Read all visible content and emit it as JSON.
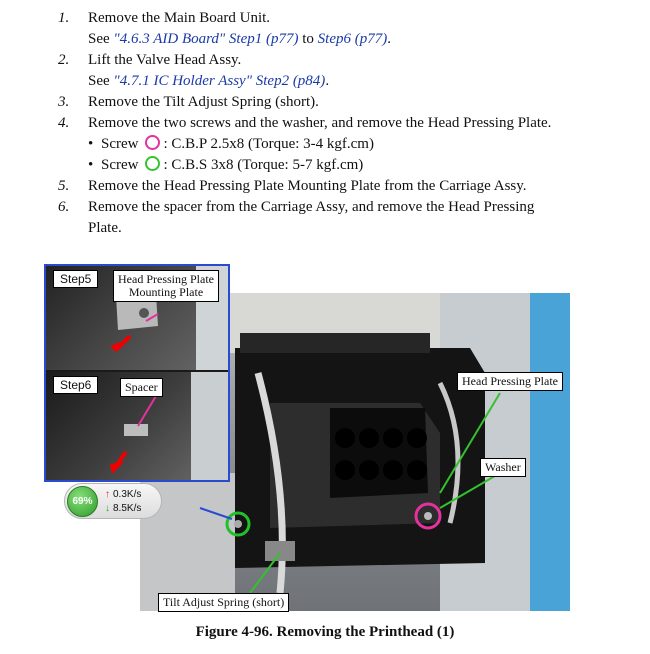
{
  "steps": [
    {
      "num": "1.",
      "text": "Remove the Main Board Unit.",
      "see_prefix": "See ",
      "link1": "\"4.6.3 AID Board\" Step1 (p77)",
      "see_mid": " to ",
      "link2": "Step6 (p77)",
      "see_suffix": "."
    },
    {
      "num": "2.",
      "text": "Lift the Valve Head Assy.",
      "see_prefix": "See ",
      "link1": "\"4.7.1 IC Holder Assy\" Step2 (p84)",
      "see_suffix": "."
    },
    {
      "num": "3.",
      "text": "Remove the Tilt Adjust Spring (short)."
    },
    {
      "num": "4.",
      "text": "Remove the two screws and the washer, and remove the Head Pressing Plate."
    },
    {
      "num": "5.",
      "text": "Remove the Head Pressing Plate Mounting Plate from the Carriage Assy."
    },
    {
      "num": "6.",
      "text_line1": "Remove the spacer from the Carriage Assy, and remove the Head Pressing",
      "text_line2": "Plate."
    }
  ],
  "bullets": [
    {
      "dot": "•",
      "label": "Screw",
      "color": "#e3329b",
      "spec": ": C.B.P 2.5x8 (Torque: 3-4 kgf.cm)"
    },
    {
      "dot": "•",
      "label": "Screw",
      "color": "#35c42f",
      "spec": ": C.B.S 3x8 (Torque: 5-7 kgf.cm)"
    }
  ],
  "figure": {
    "inset_tags": {
      "step5": "Step5",
      "step6": "Step6"
    },
    "callouts": {
      "mounting_plate": "Head Pressing Plate\nMounting Plate",
      "spacer": "Spacer",
      "head_plate": "Head Pressing Plate",
      "washer": "Washer",
      "tilt_spring": "Tilt Adjust Spring (short)"
    },
    "caption": "Figure 4-96.  Removing the Printhead (1)"
  },
  "network_widget": {
    "percent": "69%",
    "upload": "0.3K/s",
    "download": "8.5K/s",
    "up_arrow": "↑",
    "down_arrow": "↓"
  }
}
